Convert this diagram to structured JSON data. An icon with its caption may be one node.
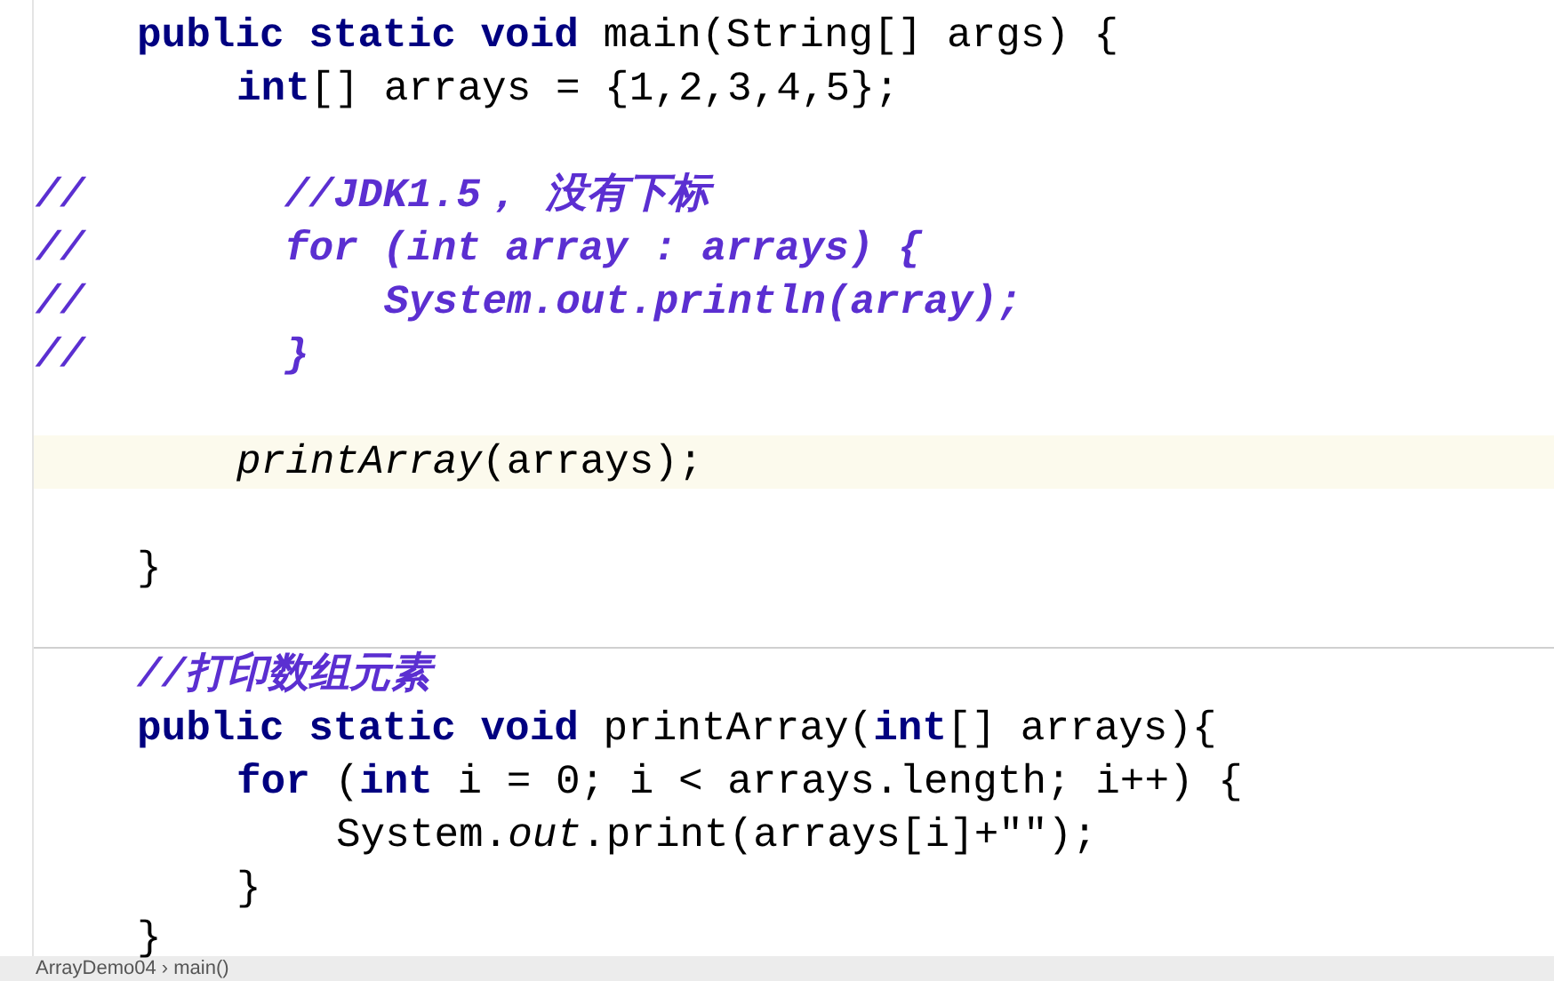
{
  "diagram": {
    "labels": [
      "**public static void** main(String[] args) {",
      "**int**[] arrays = {1,2,3,4,5};",
      "//",
      "//JDK1.5， 没有下标",
      "//",
      "for (int array : arrays) {",
      "//",
      "System.out.println(array);",
      "//",
      "}",
      "*printArray*(arrays);",
      "}",
      "//打印数组元素",
      "**public static void** printArray(**int**[] arrays){",
      "**for** (**int** i = 0; i < arrays.length; i++) {",
      "System.*out*.print(arrays[i]+\"\");",
      "}",
      "}",
      "ArrayDemo04 › main()"
    ]
  }
}
